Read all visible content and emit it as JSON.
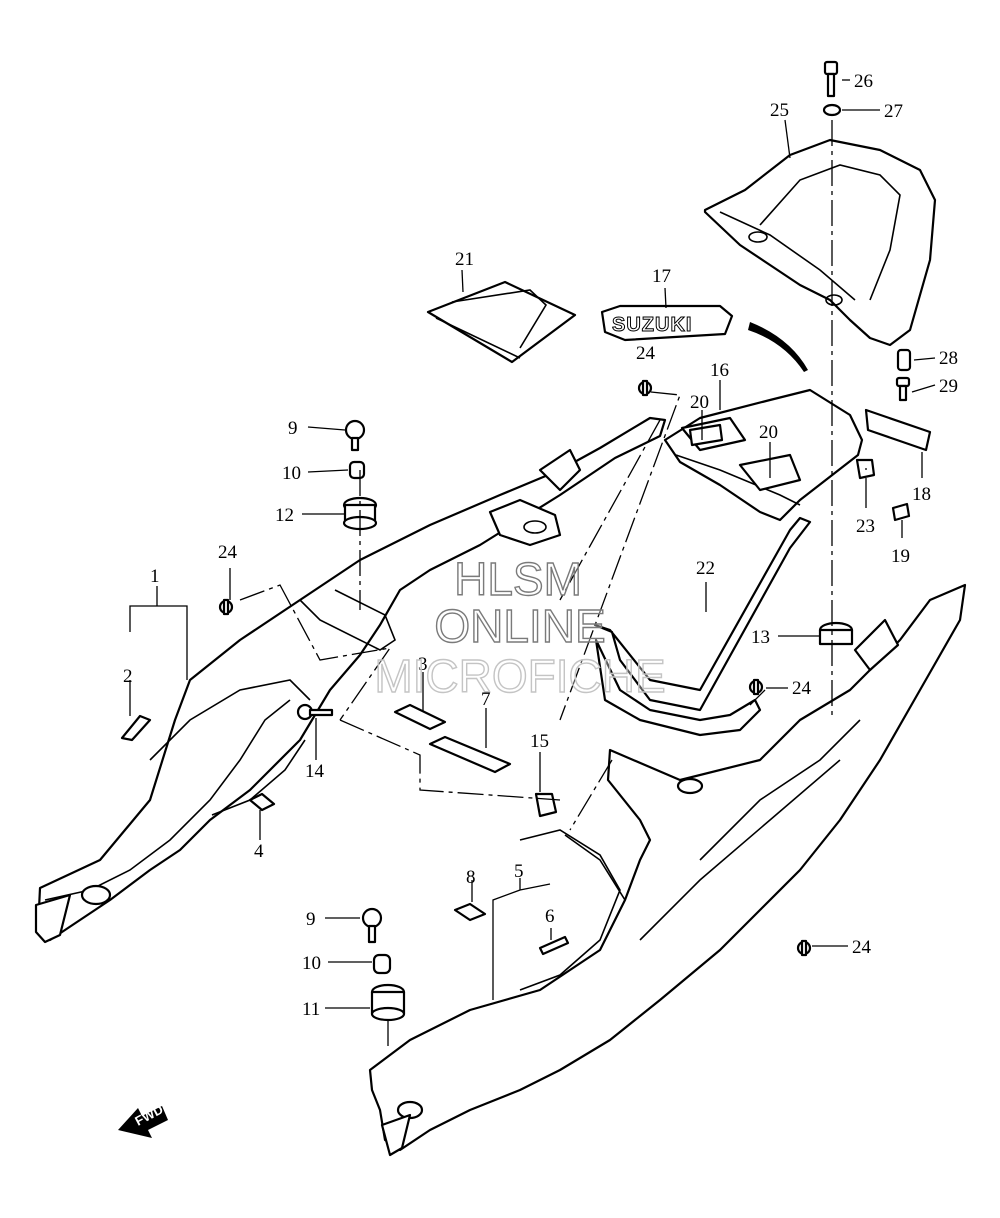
{
  "diagram": {
    "callouts": {
      "c1": "1",
      "c2": "2",
      "c3": "3",
      "c4": "4",
      "c5": "5",
      "c6": "6",
      "c7": "7",
      "c8": "8",
      "c9a": "9",
      "c9b": "9",
      "c10a": "10",
      "c10b": "10",
      "c11": "11",
      "c12": "12",
      "c13": "13",
      "c14": "14",
      "c15": "15",
      "c16": "16",
      "c17": "17",
      "c18": "18",
      "c19": "19",
      "c20a": "20",
      "c20b": "20",
      "c21": "21",
      "c22": "22",
      "c23": "23",
      "c24a": "24",
      "c24b": "24",
      "c24c": "24",
      "c24d": "24",
      "c25": "25",
      "c26": "26",
      "c27": "27",
      "c28": "28",
      "c29": "29"
    },
    "emblem_text": "SUZUKI",
    "fwd_arrow_label": "FWD"
  },
  "watermark": {
    "line1": "HLSM",
    "line2": "ONLINE",
    "line3": "MICROFICHE"
  },
  "colors": {
    "line": "#000000",
    "background": "#ffffff",
    "watermark_outline": "#7a7a7a"
  }
}
